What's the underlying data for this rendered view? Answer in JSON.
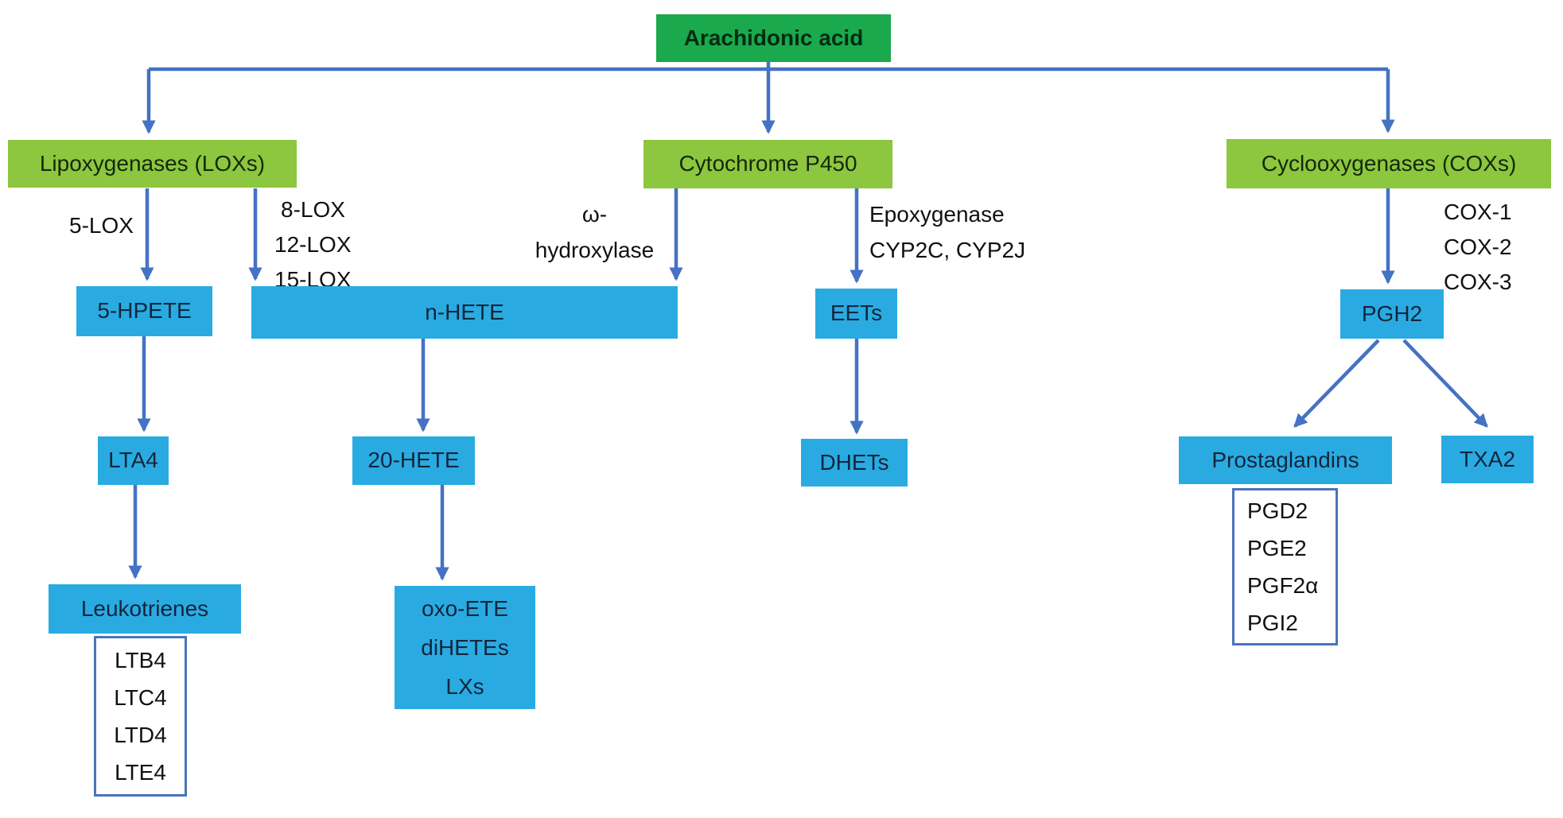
{
  "colors": {
    "root_box": "#1aa94c",
    "enzyme_box": "#8dc63f",
    "metabolite_box": "#29abe2",
    "arrow": "#4472c4",
    "list_border": "#4a74ba",
    "background": "#ffffff"
  },
  "root": {
    "label": "Arachidonic acid"
  },
  "enzymes": {
    "lox": {
      "label": "Lipoxygenases (LOXs)"
    },
    "cyp": {
      "label": "Cytochrome P450"
    },
    "cox": {
      "label": "Cyclooxygenases (COXs)"
    }
  },
  "enzyme_labels": {
    "lox5": "5-LOX",
    "lox_n": [
      "8-LOX",
      "12-LOX",
      "15-LOX"
    ],
    "omega": [
      "ω-",
      "hydroxylase"
    ],
    "epoxygenase": [
      "Epoxygenase",
      "CYP2C, CYP2J"
    ],
    "cox_iso": [
      "COX-1",
      "COX-2",
      "COX-3"
    ]
  },
  "metabolites": {
    "hpete5": "5-HPETE",
    "nhete": "n-HETE",
    "eets": "EETs",
    "pgh2": "PGH2",
    "lta4": "LTA4",
    "hete20": "20-HETE",
    "dhets": "DHETs",
    "leukotrienes": "Leukotrienes",
    "oxo_group": [
      "oxo-ETE",
      "diHETEs",
      "LXs"
    ],
    "prostaglandins": "Prostaglandins",
    "txa2": "TXA2"
  },
  "lists": {
    "leukotriene_types": [
      "LTB4",
      "LTC4",
      "LTD4",
      "LTE4"
    ],
    "prostaglandin_types": [
      "PGD2",
      "PGE2",
      "PGF2α",
      "PGI2"
    ]
  },
  "edges": [
    {
      "from": "Arachidonic acid",
      "to": "Lipoxygenases (LOXs)"
    },
    {
      "from": "Arachidonic acid",
      "to": "Cytochrome P450"
    },
    {
      "from": "Arachidonic acid",
      "to": "Cyclooxygenases (COXs)"
    },
    {
      "from": "Lipoxygenases (LOXs)",
      "to": "5-HPETE",
      "via": "5-LOX"
    },
    {
      "from": "Lipoxygenases (LOXs)",
      "to": "n-HETE",
      "via": "8-LOX, 12-LOX, 15-LOX"
    },
    {
      "from": "Cytochrome P450",
      "to": "n-HETE",
      "via": "ω-hydroxylase"
    },
    {
      "from": "Cytochrome P450",
      "to": "EETs",
      "via": "Epoxygenase CYP2C, CYP2J"
    },
    {
      "from": "Cyclooxygenases (COXs)",
      "to": "PGH2",
      "via": "COX-1, COX-2, COX-3"
    },
    {
      "from": "5-HPETE",
      "to": "LTA4"
    },
    {
      "from": "LTA4",
      "to": "Leukotrienes"
    },
    {
      "from": "n-HETE",
      "to": "20-HETE"
    },
    {
      "from": "20-HETE",
      "to": "oxo-ETE / diHETEs / LXs"
    },
    {
      "from": "EETs",
      "to": "DHETs"
    },
    {
      "from": "PGH2",
      "to": "Prostaglandins"
    },
    {
      "from": "PGH2",
      "to": "TXA2"
    }
  ]
}
